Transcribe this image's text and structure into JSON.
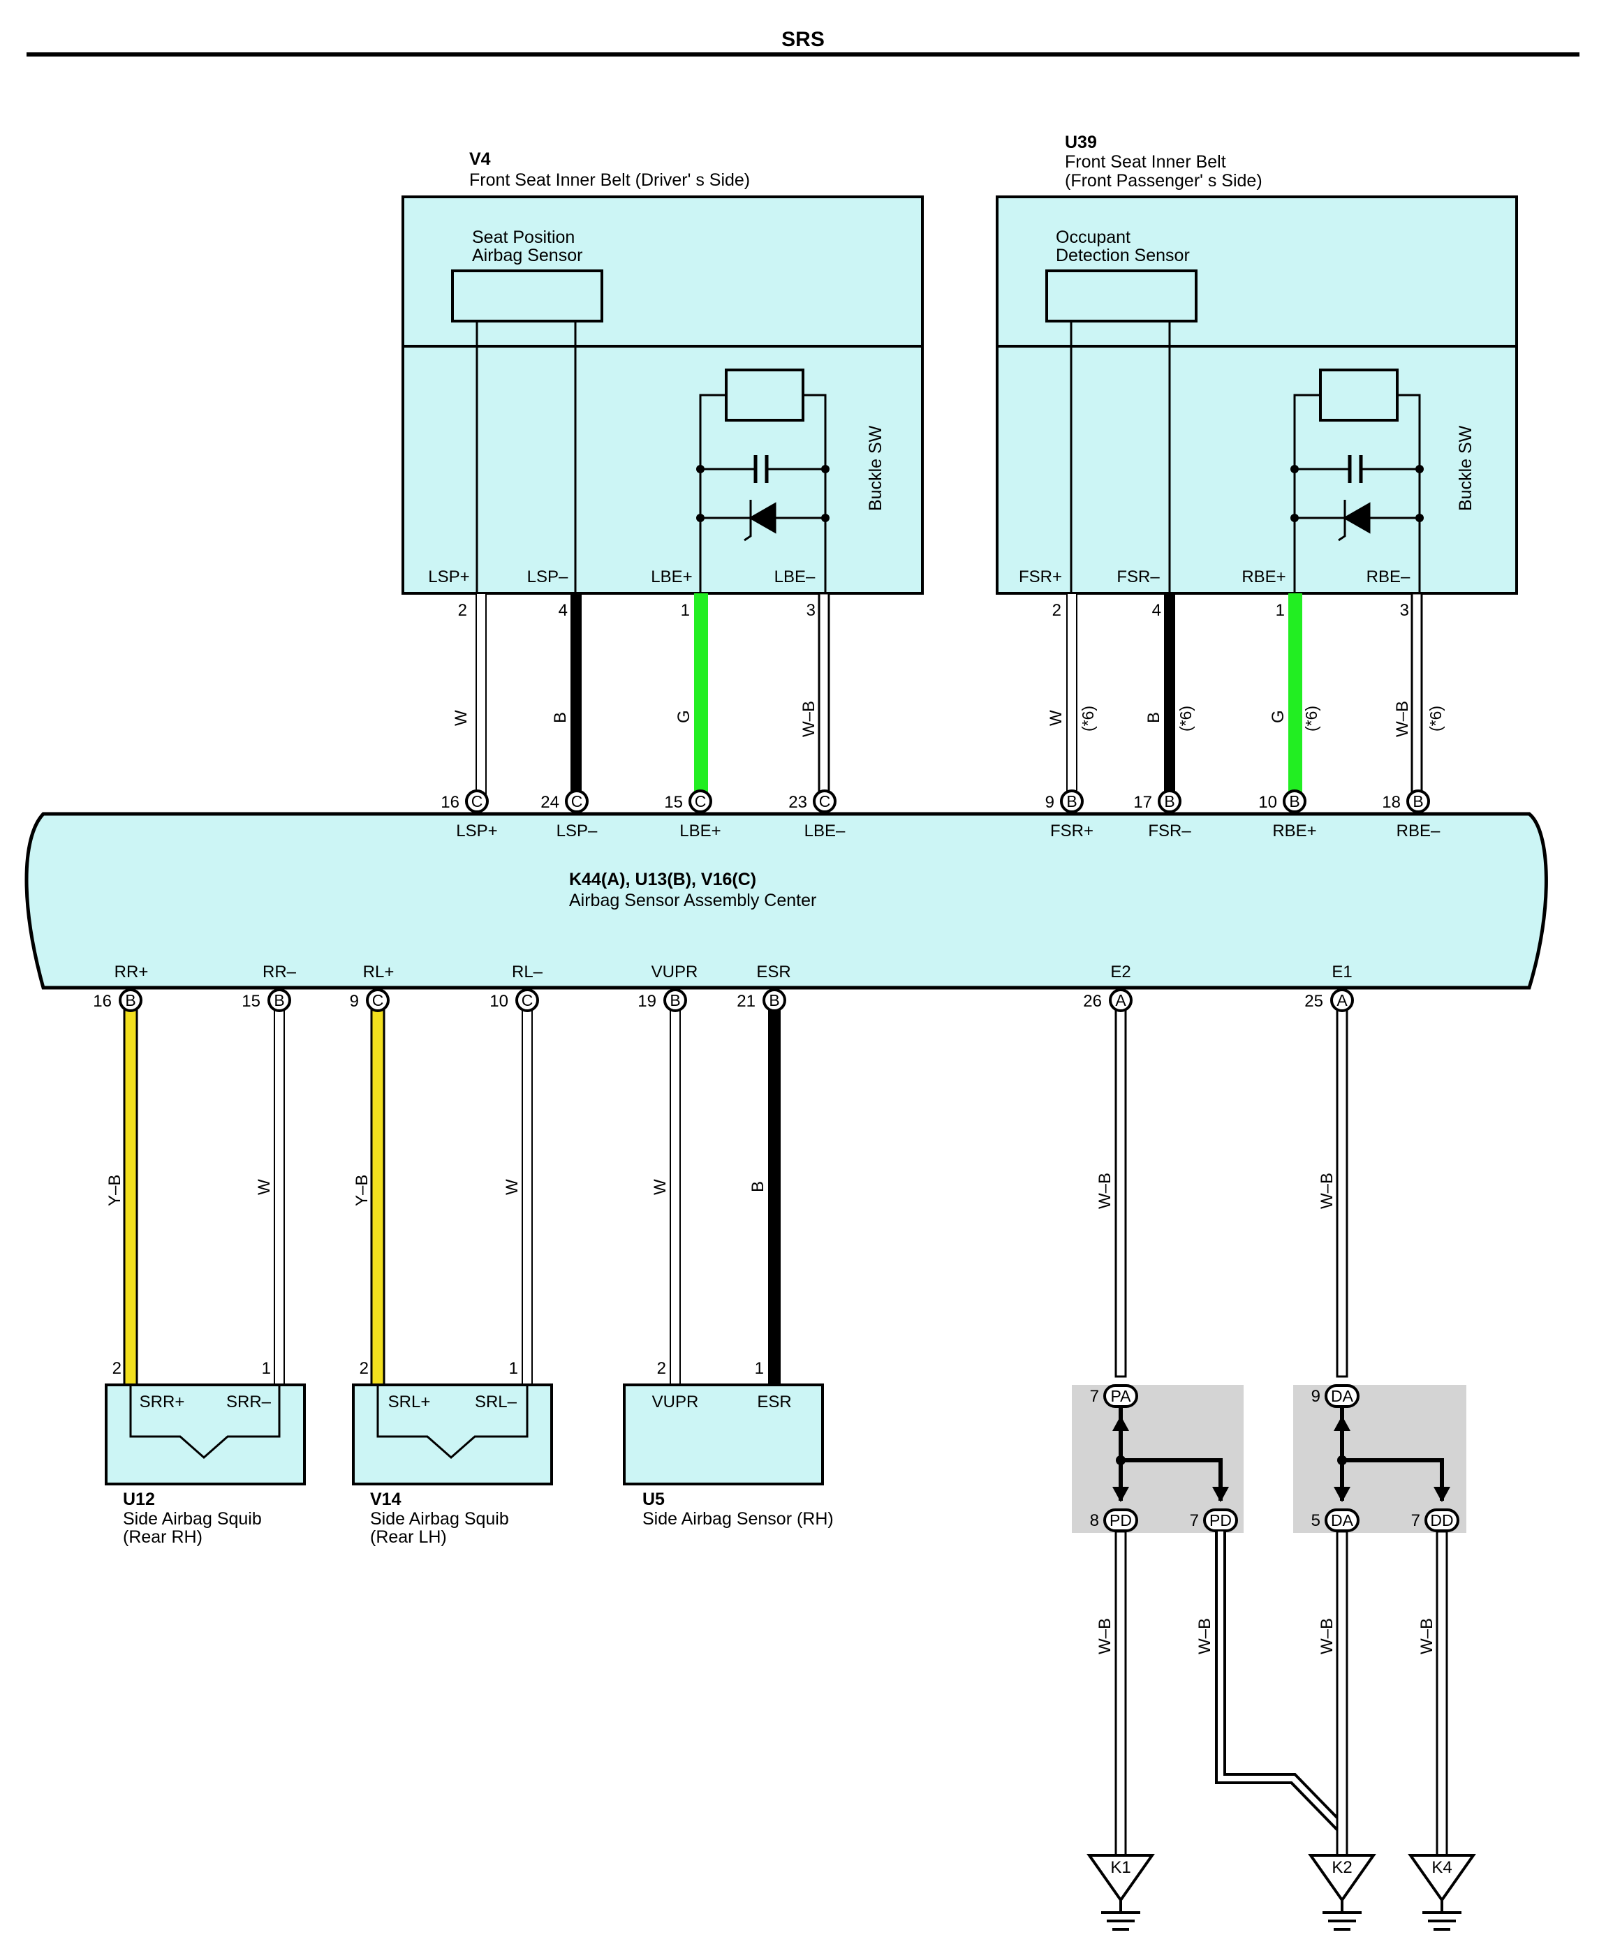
{
  "header": {
    "title": "SRS"
  },
  "colors": {
    "component_fill": "#ccf5f5",
    "wire_green": "#22ee22",
    "wire_yellow": "#f2df1e",
    "wire_black": "#000000",
    "junction_fill": "#d4d4d4"
  },
  "v4": {
    "code": "V4",
    "name": "Front Seat Inner Belt (Driver' s Side)",
    "sensor_line1": "Seat Position",
    "sensor_line2": "Airbag Sensor",
    "switch_label": "Buckle SW",
    "terminals": [
      "LSP+",
      "LSP–",
      "LBE+",
      "LBE–"
    ],
    "pins": [
      "2",
      "4",
      "1",
      "3"
    ],
    "wire_colors": [
      "W",
      "B",
      "G",
      "W–B"
    ]
  },
  "u39": {
    "code": "U39",
    "name_line1": "Front Seat Inner Belt",
    "name_line2": "(Front Passenger' s Side)",
    "sensor_line1": "Occupant",
    "sensor_line2": "Detection Sensor",
    "switch_label": "Buckle SW",
    "terminals": [
      "FSR+",
      "FSR–",
      "RBE+",
      "RBE–"
    ],
    "pins": [
      "2",
      "4",
      "1",
      "3"
    ],
    "wire_colors": [
      "W",
      "B",
      "G",
      "W–B"
    ],
    "note": "(*6)"
  },
  "ecu": {
    "code": "K44(A), U13(B), V16(C)",
    "name": "Airbag Sensor Assembly Center",
    "top_pins": [
      {
        "num": "16",
        "conn": "C",
        "label": "LSP+"
      },
      {
        "num": "24",
        "conn": "C",
        "label": "LSP–"
      },
      {
        "num": "15",
        "conn": "C",
        "label": "LBE+"
      },
      {
        "num": "23",
        "conn": "C",
        "label": "LBE–"
      },
      {
        "num": "9",
        "conn": "B",
        "label": "FSR+"
      },
      {
        "num": "17",
        "conn": "B",
        "label": "FSR–"
      },
      {
        "num": "10",
        "conn": "B",
        "label": "RBE+"
      },
      {
        "num": "18",
        "conn": "B",
        "label": "RBE–"
      }
    ],
    "bottom_pins": [
      {
        "num": "16",
        "conn": "B",
        "label": "RR+",
        "wire": "Y–B"
      },
      {
        "num": "15",
        "conn": "B",
        "label": "RR–",
        "wire": "W"
      },
      {
        "num": "9",
        "conn": "C",
        "label": "RL+",
        "wire": "Y–B"
      },
      {
        "num": "10",
        "conn": "C",
        "label": "RL–",
        "wire": "W"
      },
      {
        "num": "19",
        "conn": "B",
        "label": "VUPR",
        "wire": "W"
      },
      {
        "num": "21",
        "conn": "B",
        "label": "ESR",
        "wire": "B"
      },
      {
        "num": "26",
        "conn": "A",
        "label": "E2",
        "wire": "W–B"
      },
      {
        "num": "25",
        "conn": "A",
        "label": "E1",
        "wire": "W–B"
      }
    ]
  },
  "u12": {
    "code": "U12",
    "name_line1": "Side Airbag Squib",
    "name_line2": "(Rear RH)",
    "pins": [
      "2",
      "1"
    ],
    "terminals": [
      "SRR+",
      "SRR–"
    ]
  },
  "v14": {
    "code": "V14",
    "name_line1": "Side Airbag Squib",
    "name_line2": "(Rear LH)",
    "pins": [
      "2",
      "1"
    ],
    "terminals": [
      "SRL+",
      "SRL–"
    ]
  },
  "u5": {
    "code": "U5",
    "name": "Side Airbag Sensor (RH)",
    "pins": [
      "2",
      "1"
    ],
    "terminals": [
      "VUPR",
      "ESR"
    ]
  },
  "junctions": {
    "p_in": {
      "num": "7",
      "conn": "PA"
    },
    "p_out1": {
      "num": "8",
      "conn": "PD"
    },
    "p_out2": {
      "num": "7",
      "conn": "PD"
    },
    "d_in": {
      "num": "9",
      "conn": "DA"
    },
    "d_out1": {
      "num": "5",
      "conn": "DA"
    },
    "d_out2": {
      "num": "7",
      "conn": "DD"
    }
  },
  "ground_wires": [
    "W–B",
    "W–B",
    "W–B",
    "W–B"
  ],
  "grounds": [
    "K1",
    "K2",
    "K4"
  ]
}
